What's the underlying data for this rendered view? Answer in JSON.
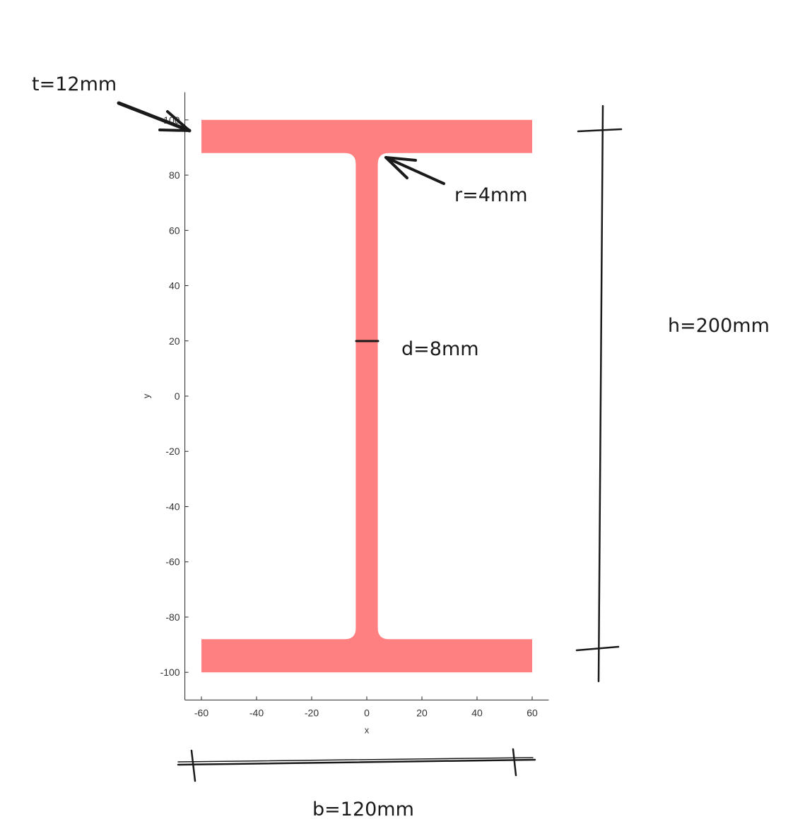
{
  "chart_data": {
    "type": "shape",
    "xlabel": "x",
    "ylabel": "y",
    "xlim": [
      -66,
      66
    ],
    "ylim": [
      -110,
      110
    ],
    "xticks": [
      -60,
      -40,
      -20,
      0,
      20,
      40,
      60
    ],
    "yticks": [
      100,
      80,
      60,
      40,
      20,
      0,
      -20,
      -40,
      -60,
      -80,
      -100
    ],
    "section": {
      "shape": "I-beam",
      "b": 120,
      "h": 200,
      "t": 12,
      "d": 8,
      "r": 4,
      "fill_color": "#ff8080"
    }
  },
  "annotations": {
    "t_label": "t=12mm",
    "r_label": "r=4mm",
    "d_label": "d=8mm",
    "h_label": "h=200mm",
    "b_label": "b=120mm"
  }
}
